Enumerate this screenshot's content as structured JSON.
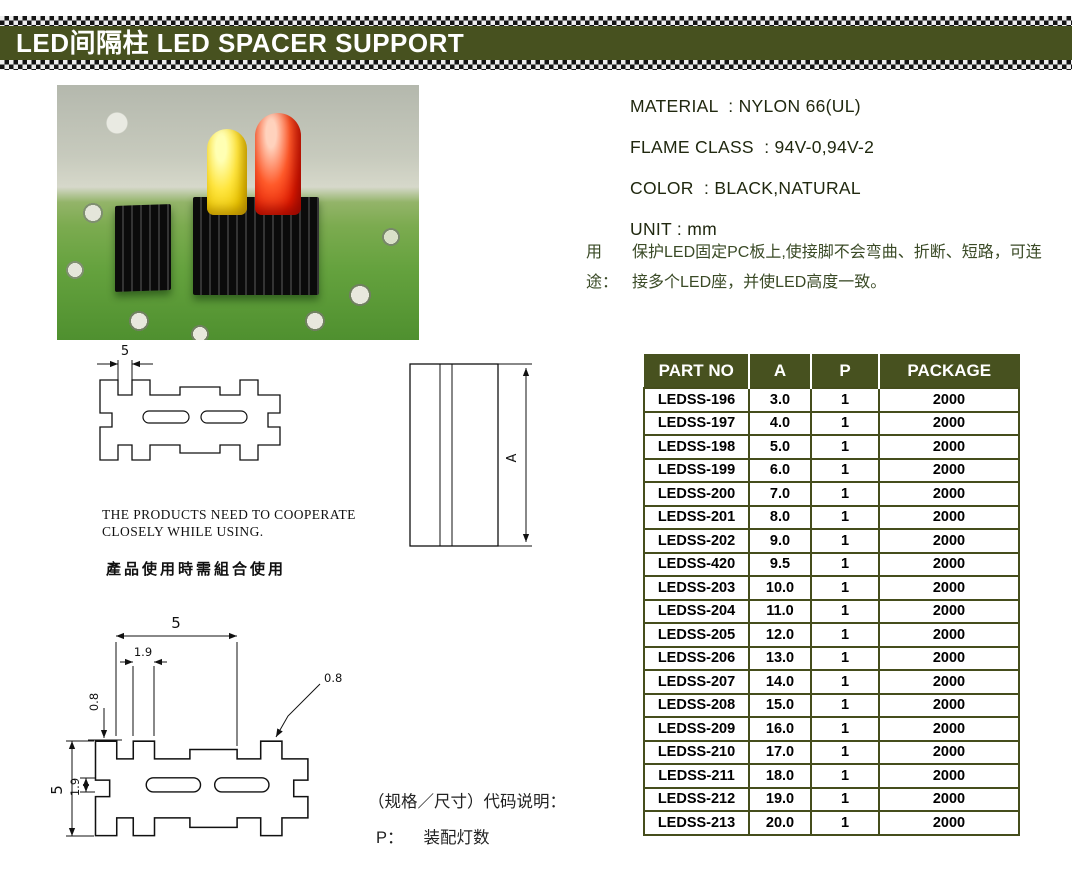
{
  "header": {
    "title": "LED间隔柱 LED SPACER SUPPORT"
  },
  "colors": {
    "banner": "#47511f",
    "table_header": "#47511f",
    "table_border": "#454d1c"
  },
  "specs": {
    "material": "MATERIAL  : NYLON 66(UL)",
    "flame_class": "FLAME CLASS  : 94V-0,94V-2",
    "color": "COLOR  : BLACK,NATURAL",
    "unit": "UNIT : mm",
    "usage_label": "用途：",
    "usage_text": "保护LED固定PC板上,使接脚不会弯曲、折断、短路，可连接多个LED座，并使LED高度一致。"
  },
  "drawings": {
    "top_view": {
      "width": "5"
    },
    "side_view": {
      "height": "A"
    },
    "detail_view": {
      "outer_width": "5",
      "inner_width": "1.9",
      "left_step": "0.8",
      "right_step": "0.8",
      "outer_height": "5",
      "inner_height": "1.9"
    },
    "note_en_line1": "THE PRODUCTS NEED TO COOPERATE",
    "note_en_line2": "CLOSELY WHILE USING.",
    "note_zh": "產品使用時需組合使用"
  },
  "legend": {
    "title": "（规格／尺寸）代码说明：",
    "p_label": "P：",
    "p_desc": "装配灯数"
  },
  "table": {
    "headers": [
      "PART NO",
      "A",
      "P",
      "PACKAGE"
    ],
    "rows": [
      [
        "LEDSS-196",
        "3.0",
        "1",
        "2000"
      ],
      [
        "LEDSS-197",
        "4.0",
        "1",
        "2000"
      ],
      [
        "LEDSS-198",
        "5.0",
        "1",
        "2000"
      ],
      [
        "LEDSS-199",
        "6.0",
        "1",
        "2000"
      ],
      [
        "LEDSS-200",
        "7.0",
        "1",
        "2000"
      ],
      [
        "LEDSS-201",
        "8.0",
        "1",
        "2000"
      ],
      [
        "LEDSS-202",
        "9.0",
        "1",
        "2000"
      ],
      [
        "LEDSS-420",
        "9.5",
        "1",
        "2000"
      ],
      [
        "LEDSS-203",
        "10.0",
        "1",
        "2000"
      ],
      [
        "LEDSS-204",
        "11.0",
        "1",
        "2000"
      ],
      [
        "LEDSS-205",
        "12.0",
        "1",
        "2000"
      ],
      [
        "LEDSS-206",
        "13.0",
        "1",
        "2000"
      ],
      [
        "LEDSS-207",
        "14.0",
        "1",
        "2000"
      ],
      [
        "LEDSS-208",
        "15.0",
        "1",
        "2000"
      ],
      [
        "LEDSS-209",
        "16.0",
        "1",
        "2000"
      ],
      [
        "LEDSS-210",
        "17.0",
        "1",
        "2000"
      ],
      [
        "LEDSS-211",
        "18.0",
        "1",
        "2000"
      ],
      [
        "LEDSS-212",
        "19.0",
        "1",
        "2000"
      ],
      [
        "LEDSS-213",
        "20.0",
        "1",
        "2000"
      ]
    ]
  }
}
